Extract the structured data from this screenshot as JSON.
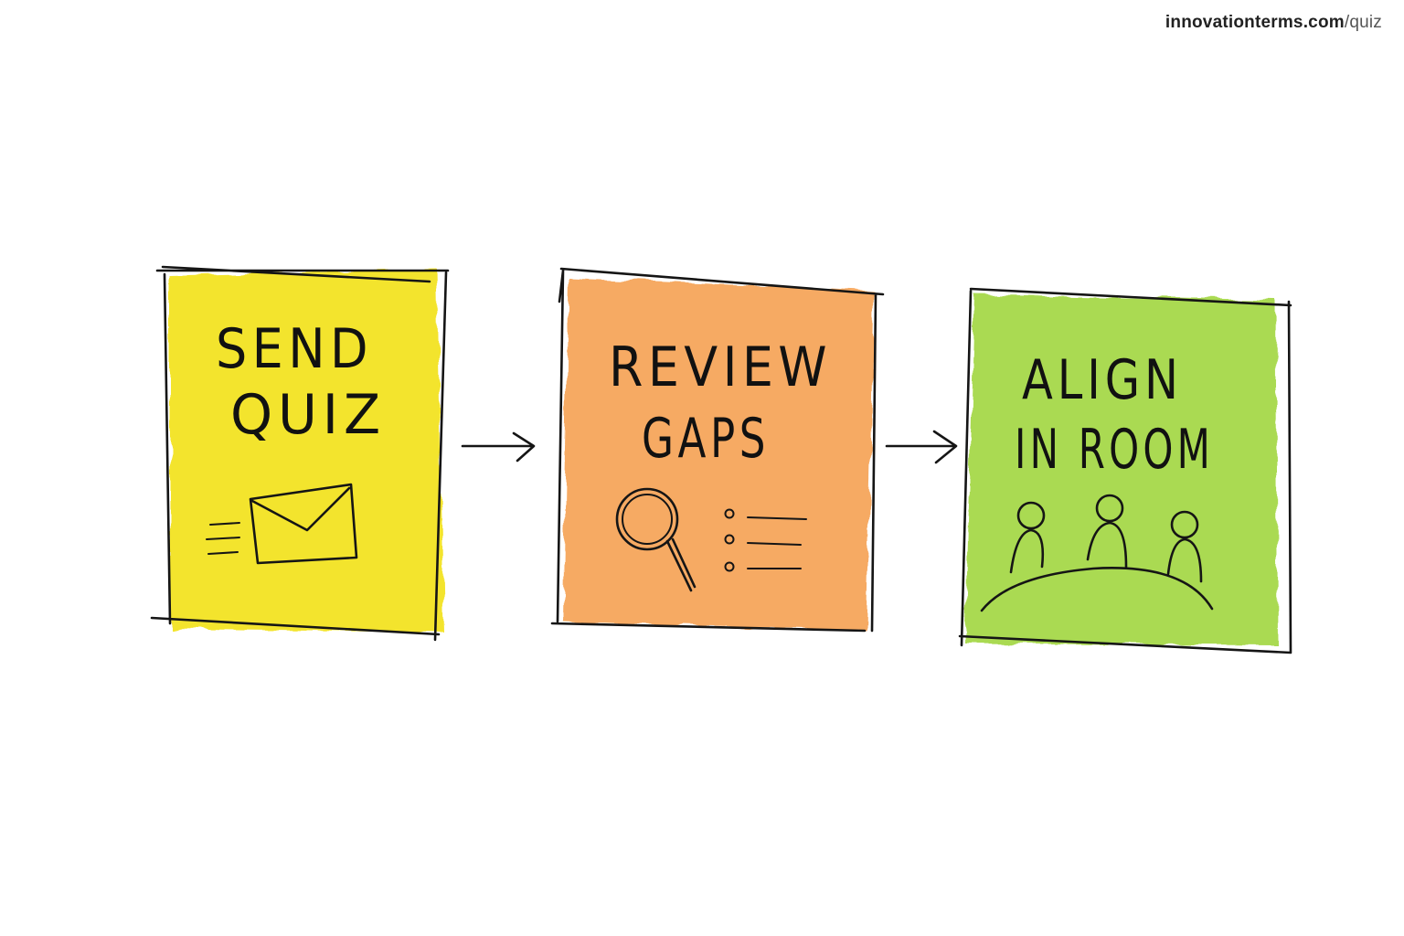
{
  "credit": {
    "domain": "innovationterms.com",
    "separator": "/",
    "path": "quiz"
  },
  "steps": [
    {
      "line1": "SEND",
      "line2": "QUIZ",
      "color": "#f3e21a",
      "icon": "envelope-icon"
    },
    {
      "line1": "REVIEW",
      "line2": "GAPS",
      "color": "#f6a152",
      "icon": "magnifier-checklist-icon"
    },
    {
      "line1": "ALIGN",
      "line2": "IN ROOM",
      "color": "#9fd53b",
      "icon": "people-table-icon"
    }
  ],
  "connectors": [
    "arrow-right-icon",
    "arrow-right-icon"
  ]
}
